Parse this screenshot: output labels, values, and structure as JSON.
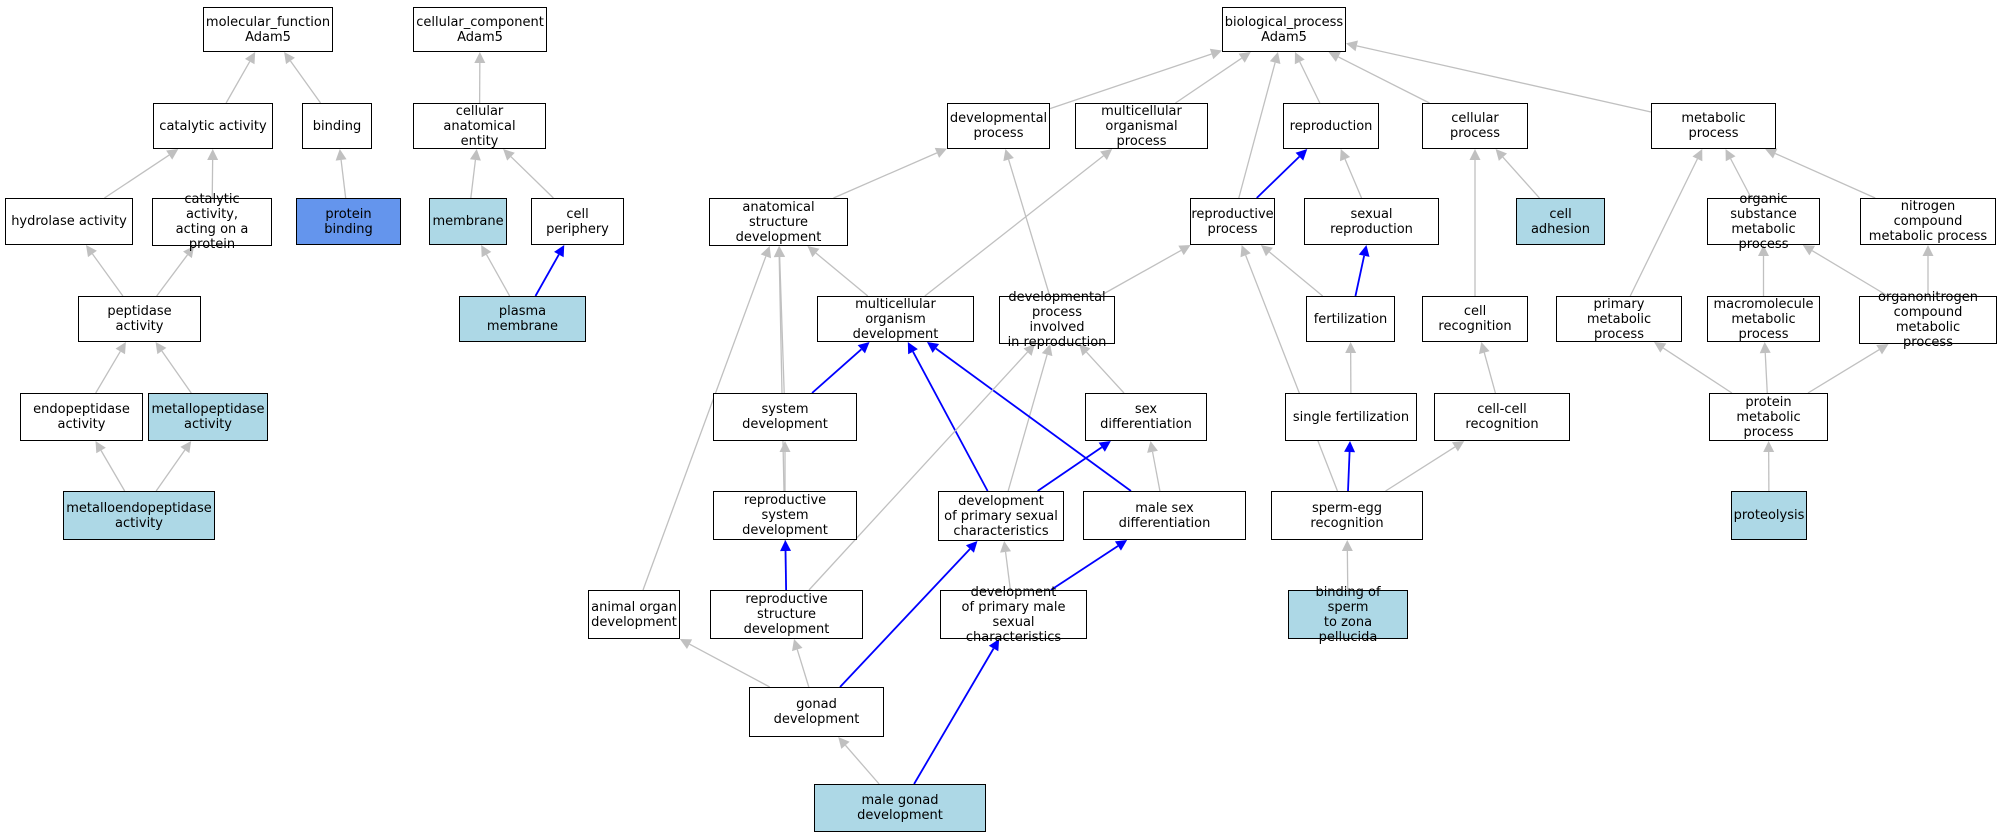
{
  "colors": {
    "plain": "#ffffff",
    "annotated": "#add8e6",
    "query": "#6495ed",
    "is_a_edge": "#c0c0c0",
    "part_of_edge": "#0000ff"
  },
  "nodes": [
    {
      "id": "mf",
      "label": "molecular_function\nAdam5",
      "style": "plain"
    },
    {
      "id": "cat",
      "label": "catalytic activity",
      "style": "plain"
    },
    {
      "id": "bind",
      "label": "binding",
      "style": "plain"
    },
    {
      "id": "hydro",
      "label": "hydrolase activity",
      "style": "plain"
    },
    {
      "id": "catprot",
      "label": "catalytic activity,\nacting on a\nprotein",
      "style": "plain"
    },
    {
      "id": "protbind",
      "label": "protein binding",
      "style": "query"
    },
    {
      "id": "pep",
      "label": "peptidase activity",
      "style": "plain"
    },
    {
      "id": "endo",
      "label": "endopeptidase\nactivity",
      "style": "plain"
    },
    {
      "id": "metpep",
      "label": "metallopeptidase\nactivity",
      "style": "annotated"
    },
    {
      "id": "metendo",
      "label": "metalloendopeptidase\nactivity",
      "style": "annotated"
    },
    {
      "id": "cc",
      "label": "cellular_component\nAdam5",
      "style": "plain"
    },
    {
      "id": "cae",
      "label": "cellular anatomical\nentity",
      "style": "plain"
    },
    {
      "id": "membrane",
      "label": "membrane",
      "style": "annotated"
    },
    {
      "id": "periph",
      "label": "cell periphery",
      "style": "plain"
    },
    {
      "id": "plasma",
      "label": "plasma membrane",
      "style": "annotated"
    },
    {
      "id": "bp",
      "label": "biological_process\nAdam5",
      "style": "plain"
    },
    {
      "id": "devproc",
      "label": "developmental\nprocess",
      "style": "plain"
    },
    {
      "id": "mop",
      "label": "multicellular\norganismal process",
      "style": "plain"
    },
    {
      "id": "repro",
      "label": "reproduction",
      "style": "plain"
    },
    {
      "id": "cellproc",
      "label": "cellular process",
      "style": "plain"
    },
    {
      "id": "metab",
      "label": "metabolic process",
      "style": "plain"
    },
    {
      "id": "asd",
      "label": "anatomical structure\ndevelopment",
      "style": "plain"
    },
    {
      "id": "reproproc",
      "label": "reproductive\nprocess",
      "style": "plain"
    },
    {
      "id": "sexrepro",
      "label": "sexual reproduction",
      "style": "plain"
    },
    {
      "id": "celladh",
      "label": "cell adhesion",
      "style": "annotated"
    },
    {
      "id": "osmp",
      "label": "organic substance\nmetabolic process",
      "style": "plain"
    },
    {
      "id": "ncmp",
      "label": "nitrogen compound\nmetabolic process",
      "style": "plain"
    },
    {
      "id": "mod",
      "label": "multicellular\norganism development",
      "style": "plain"
    },
    {
      "id": "dpir",
      "label": "developmental\nprocess involved\nin reproduction",
      "style": "plain"
    },
    {
      "id": "fert",
      "label": "fertilization",
      "style": "plain"
    },
    {
      "id": "cellrec",
      "label": "cell recognition",
      "style": "plain"
    },
    {
      "id": "pmp",
      "label": "primary metabolic\nprocess",
      "style": "plain"
    },
    {
      "id": "macro",
      "label": "macromolecule\nmetabolic process",
      "style": "plain"
    },
    {
      "id": "orgn",
      "label": "organonitrogen\ncompound metabolic\nprocess",
      "style": "plain"
    },
    {
      "id": "sysdev",
      "label": "system development",
      "style": "plain"
    },
    {
      "id": "sexdiff",
      "label": "sex differentiation",
      "style": "plain"
    },
    {
      "id": "singfert",
      "label": "single fertilization",
      "style": "plain"
    },
    {
      "id": "ccrec",
      "label": "cell-cell recognition",
      "style": "plain"
    },
    {
      "id": "protmet",
      "label": "protein metabolic\nprocess",
      "style": "plain"
    },
    {
      "id": "rsd",
      "label": "reproductive\nsystem development",
      "style": "plain"
    },
    {
      "id": "dpsc",
      "label": "development\nof primary sexual\ncharacteristics",
      "style": "plain"
    },
    {
      "id": "msd",
      "label": "male sex differentiation",
      "style": "plain"
    },
    {
      "id": "ser",
      "label": "sperm-egg recognition",
      "style": "plain"
    },
    {
      "id": "proteo",
      "label": "proteolysis",
      "style": "annotated"
    },
    {
      "id": "aod",
      "label": "animal organ\ndevelopment",
      "style": "plain"
    },
    {
      "id": "rstd",
      "label": "reproductive\nstructure development",
      "style": "plain"
    },
    {
      "id": "dpmsc",
      "label": "development\nof primary male\nsexual characteristics",
      "style": "plain"
    },
    {
      "id": "bszp",
      "label": "binding of sperm\nto zona pellucida",
      "style": "annotated"
    },
    {
      "id": "gonad",
      "label": "gonad development",
      "style": "plain"
    },
    {
      "id": "mgd",
      "label": "male gonad development",
      "style": "annotated"
    }
  ],
  "edges": [
    {
      "from": "cat",
      "to": "mf",
      "kind": "is_a"
    },
    {
      "from": "bind",
      "to": "mf",
      "kind": "is_a"
    },
    {
      "from": "hydro",
      "to": "cat",
      "kind": "is_a"
    },
    {
      "from": "catprot",
      "to": "cat",
      "kind": "is_a"
    },
    {
      "from": "protbind",
      "to": "bind",
      "kind": "is_a"
    },
    {
      "from": "pep",
      "to": "hydro",
      "kind": "is_a"
    },
    {
      "from": "pep",
      "to": "catprot",
      "kind": "is_a"
    },
    {
      "from": "endo",
      "to": "pep",
      "kind": "is_a"
    },
    {
      "from": "metpep",
      "to": "pep",
      "kind": "is_a"
    },
    {
      "from": "metendo",
      "to": "endo",
      "kind": "is_a"
    },
    {
      "from": "metendo",
      "to": "metpep",
      "kind": "is_a"
    },
    {
      "from": "cae",
      "to": "cc",
      "kind": "is_a"
    },
    {
      "from": "membrane",
      "to": "cae",
      "kind": "is_a"
    },
    {
      "from": "periph",
      "to": "cae",
      "kind": "is_a"
    },
    {
      "from": "plasma",
      "to": "membrane",
      "kind": "is_a"
    },
    {
      "from": "plasma",
      "to": "periph",
      "kind": "part_of"
    },
    {
      "from": "devproc",
      "to": "bp",
      "kind": "is_a"
    },
    {
      "from": "mop",
      "to": "bp",
      "kind": "is_a"
    },
    {
      "from": "repro",
      "to": "bp",
      "kind": "is_a"
    },
    {
      "from": "cellproc",
      "to": "bp",
      "kind": "is_a"
    },
    {
      "from": "metab",
      "to": "bp",
      "kind": "is_a"
    },
    {
      "from": "reproproc",
      "to": "bp",
      "kind": "is_a"
    },
    {
      "from": "asd",
      "to": "devproc",
      "kind": "is_a"
    },
    {
      "from": "dpir",
      "to": "devproc",
      "kind": "is_a"
    },
    {
      "from": "mod",
      "to": "asd",
      "kind": "is_a"
    },
    {
      "from": "mod",
      "to": "mop",
      "kind": "is_a"
    },
    {
      "from": "reproproc",
      "to": "repro",
      "kind": "part_of"
    },
    {
      "from": "sexrepro",
      "to": "repro",
      "kind": "is_a"
    },
    {
      "from": "celladh",
      "to": "cellproc",
      "kind": "is_a"
    },
    {
      "from": "cellrec",
      "to": "cellproc",
      "kind": "is_a"
    },
    {
      "from": "osmp",
      "to": "metab",
      "kind": "is_a"
    },
    {
      "from": "ncmp",
      "to": "metab",
      "kind": "is_a"
    },
    {
      "from": "pmp",
      "to": "metab",
      "kind": "is_a"
    },
    {
      "from": "dpir",
      "to": "reproproc",
      "kind": "is_a"
    },
    {
      "from": "fert",
      "to": "reproproc",
      "kind": "is_a"
    },
    {
      "from": "ser",
      "to": "reproproc",
      "kind": "is_a"
    },
    {
      "from": "fert",
      "to": "sexrepro",
      "kind": "part_of"
    },
    {
      "from": "macro",
      "to": "osmp",
      "kind": "is_a"
    },
    {
      "from": "orgn",
      "to": "osmp",
      "kind": "is_a"
    },
    {
      "from": "orgn",
      "to": "ncmp",
      "kind": "is_a"
    },
    {
      "from": "sysdev",
      "to": "asd",
      "kind": "is_a"
    },
    {
      "from": "sysdev",
      "to": "mod",
      "kind": "part_of"
    },
    {
      "from": "sexdiff",
      "to": "dpir",
      "kind": "is_a"
    },
    {
      "from": "singfert",
      "to": "fert",
      "kind": "is_a"
    },
    {
      "from": "ccrec",
      "to": "cellrec",
      "kind": "is_a"
    },
    {
      "from": "protmet",
      "to": "pmp",
      "kind": "is_a"
    },
    {
      "from": "protmet",
      "to": "macro",
      "kind": "is_a"
    },
    {
      "from": "protmet",
      "to": "orgn",
      "kind": "is_a"
    },
    {
      "from": "rsd",
      "to": "sysdev",
      "kind": "is_a"
    },
    {
      "from": "dpsc",
      "to": "mod",
      "kind": "part_of"
    },
    {
      "from": "dpsc",
      "to": "dpir",
      "kind": "is_a"
    },
    {
      "from": "dpsc",
      "to": "sexdiff",
      "kind": "part_of"
    },
    {
      "from": "msd",
      "to": "sexdiff",
      "kind": "is_a"
    },
    {
      "from": "msd",
      "to": "mod",
      "kind": "part_of"
    },
    {
      "from": "ser",
      "to": "singfert",
      "kind": "part_of"
    },
    {
      "from": "ser",
      "to": "ccrec",
      "kind": "is_a"
    },
    {
      "from": "proteo",
      "to": "protmet",
      "kind": "is_a"
    },
    {
      "from": "aod",
      "to": "asd",
      "kind": "is_a"
    },
    {
      "from": "rstd",
      "to": "asd",
      "kind": "is_a"
    },
    {
      "from": "rstd",
      "to": "dpir",
      "kind": "is_a"
    },
    {
      "from": "rstd",
      "to": "rsd",
      "kind": "part_of"
    },
    {
      "from": "dpmsc",
      "to": "dpsc",
      "kind": "is_a"
    },
    {
      "from": "dpmsc",
      "to": "msd",
      "kind": "part_of"
    },
    {
      "from": "bszp",
      "to": "ser",
      "kind": "is_a"
    },
    {
      "from": "gonad",
      "to": "aod",
      "kind": "is_a"
    },
    {
      "from": "gonad",
      "to": "rstd",
      "kind": "is_a"
    },
    {
      "from": "gonad",
      "to": "dpsc",
      "kind": "part_of"
    },
    {
      "from": "mgd",
      "to": "gonad",
      "kind": "is_a"
    },
    {
      "from": "mgd",
      "to": "dpmsc",
      "kind": "part_of"
    }
  ]
}
